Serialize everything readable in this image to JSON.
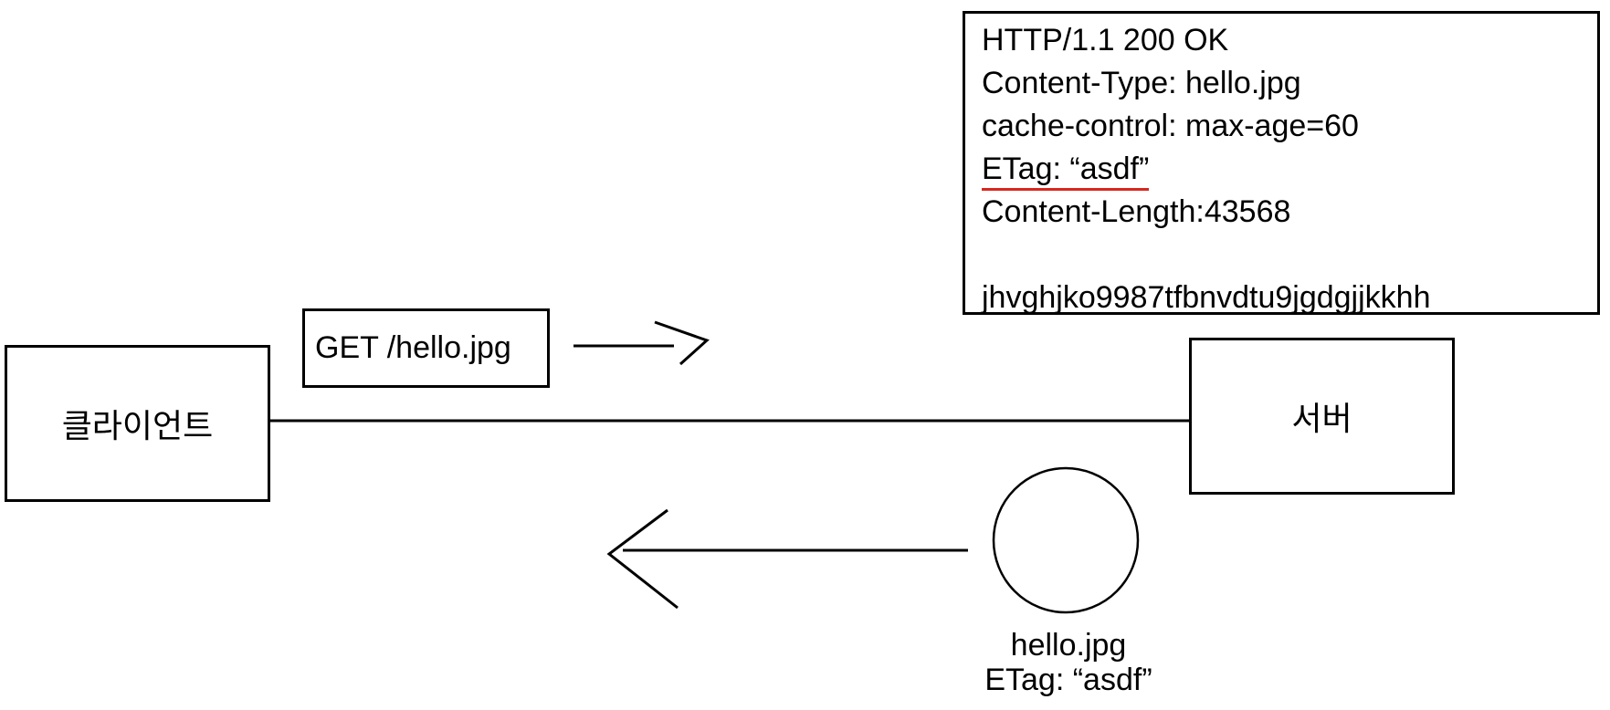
{
  "diagram": {
    "response_box": {
      "lines": [
        "HTTP/1.1 200 OK",
        "Content-Type: hello.jpg",
        "cache-control: max-age=60",
        "ETag: “asdf”",
        "Content-Length:43568",
        "",
        "jhvghjko9987tfbnvdtu9jgdgjjkkhh"
      ]
    },
    "client_box": {
      "label": "클라이언트"
    },
    "server_box": {
      "label": "서버"
    },
    "request_box": {
      "label": "GET /hello.jpg"
    },
    "cached_object": {
      "name": "hello.jpg",
      "etag": "ETag: “asdf”"
    }
  },
  "colors": {
    "stroke": "#000000",
    "text": "#000000",
    "etag_underline": "#d6281e",
    "background": "#ffffff"
  }
}
